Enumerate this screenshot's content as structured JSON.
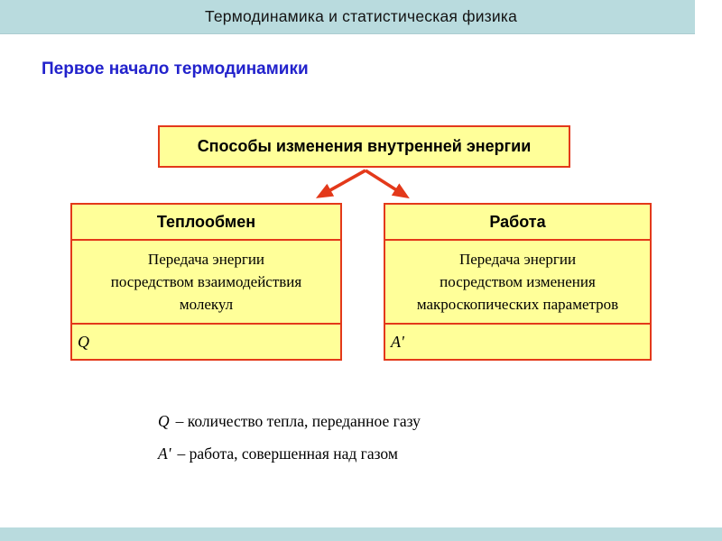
{
  "colors": {
    "bar_teal": "#B9DBDE",
    "heading_blue": "#2222CC",
    "box_fill_yellow": "#FFFF99",
    "box_border_red": "#E3391A",
    "arrow_red": "#E3391A",
    "text_black": "#000000"
  },
  "header": {
    "title": "Термодинамика и статистическая физика"
  },
  "subtitle": "Первое начало термодинамики",
  "diagram": {
    "root_label": "Способы изменения внутренней энергии",
    "branches": [
      {
        "title": "Теплообмен",
        "description_lines": [
          "Передача энергии",
          "посредством взаимодействия",
          "молекул"
        ],
        "symbol": "Q"
      },
      {
        "title": "Работа",
        "description_lines": [
          "Передача энергии",
          "посредством изменения",
          "макроскопических параметров"
        ],
        "symbol": "A'"
      }
    ]
  },
  "legend": [
    {
      "symbol": "Q",
      "definition": "– количество тепла, переданное газу"
    },
    {
      "symbol": "A'",
      "definition": "– работа, совершенная над газом"
    }
  ]
}
